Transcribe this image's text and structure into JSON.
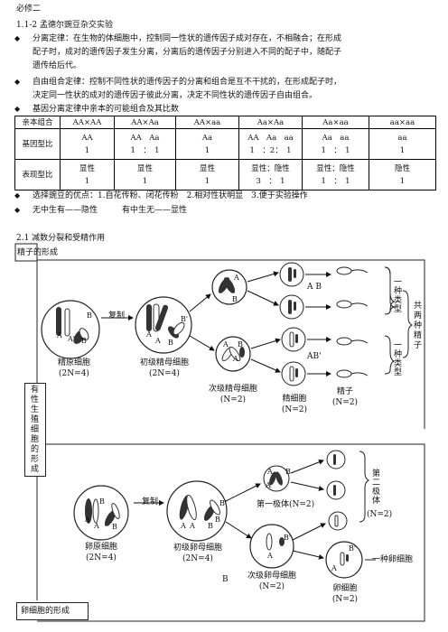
{
  "header": {
    "title": "必修二"
  },
  "section1": {
    "title": "1.1-2 孟德尔豌豆杂交实验",
    "bullets": [
      [
        "分离定律：在生物的体细胞中，控制同一性状的遗传因子成对存在，不相融合；在形成",
        "配子时，成对的遗传因子发生分离，分离后的遗传因子分别进入不同的配子中，随配子",
        "遗传给后代。"
      ],
      [
        "自由组合定律：控制不同性状的遗传因子的分离和组合是互不干扰的，在形成配子时，",
        "决定同一性状的成对的遗传因子彼此分离，决定不同性状的遗传因子自由组合。"
      ],
      [
        "基因分离定律中亲本的可能组合及其比数"
      ]
    ]
  },
  "cross_table": {
    "headers": [
      "亲本组合",
      "AA×AA",
      "AA×Aa",
      "AA×aa",
      "Aa×Aa",
      "Aa×aa",
      "aa×aa"
    ],
    "genotype_label": "基因型比",
    "genotype_top": [
      "AA",
      "AA　Aa",
      "Aa",
      "AA　Aa　aa",
      "Aa　aa",
      "aa"
    ],
    "genotype_bottom": [
      "1",
      "1　：　1",
      "1",
      "1　：2：　1",
      "1　：　1",
      "1"
    ],
    "phenotype_label": "表现型比",
    "phenotype_top": [
      "显性",
      "显性",
      "显性",
      "显性：隐性",
      "显性：隐性",
      "隐性"
    ],
    "phenotype_bottom": [
      "1",
      "1",
      "1",
      "3　：　1",
      "1　：　1",
      "1"
    ]
  },
  "notes": [
    "选择豌豆的优点：1.自花传粉、闭花传粉　2.相对性状明显　3.便于实验操作",
    "无中生有——隐性　　　有中生无——显性"
  ],
  "section2": {
    "title": "2.1 减数分裂和受精作用",
    "sperm_box": "精子的形成",
    "side_label": [
      "有",
      "性",
      "生",
      "殖",
      "细",
      "胞",
      "的",
      "形",
      "成"
    ],
    "egg_box": "卵细胞的形成",
    "sperm": {
      "copy": "复制",
      "cell1": [
        "精原细胞",
        "(2N=4)"
      ],
      "cell2": [
        "初级精母细胞",
        "(2N=4)"
      ],
      "cell3": [
        "次级精母细胞",
        "(N=2)"
      ],
      "cell4": [
        "精细胞",
        "(N=2)"
      ],
      "cell5": [
        "精子",
        "(N=2)"
      ],
      "type1": [
        "一",
        "种",
        "类",
        "型"
      ],
      "type2": [
        "一",
        "种",
        "类",
        "型"
      ],
      "total": [
        "共",
        "两",
        "种",
        "精",
        "子"
      ],
      "gene_AB": "A B",
      "gene_AB2": "AB'"
    },
    "egg": {
      "copy": "复制",
      "cell1": [
        "卵原细胞",
        "(2N=4)"
      ],
      "cell2": [
        "初级卵母细胞",
        "(2N=4)"
      ],
      "polar1": "第一极体(N=2)",
      "cell3": [
        "次级卵母细胞",
        "(N=2)"
      ],
      "cell4": [
        "卵细胞",
        "(N=2)"
      ],
      "polar2": [
        "第",
        "二",
        "极",
        "体"
      ],
      "polar2_n": "(N=2)",
      "one_egg": "一种卵细胞",
      "B": "B"
    }
  }
}
